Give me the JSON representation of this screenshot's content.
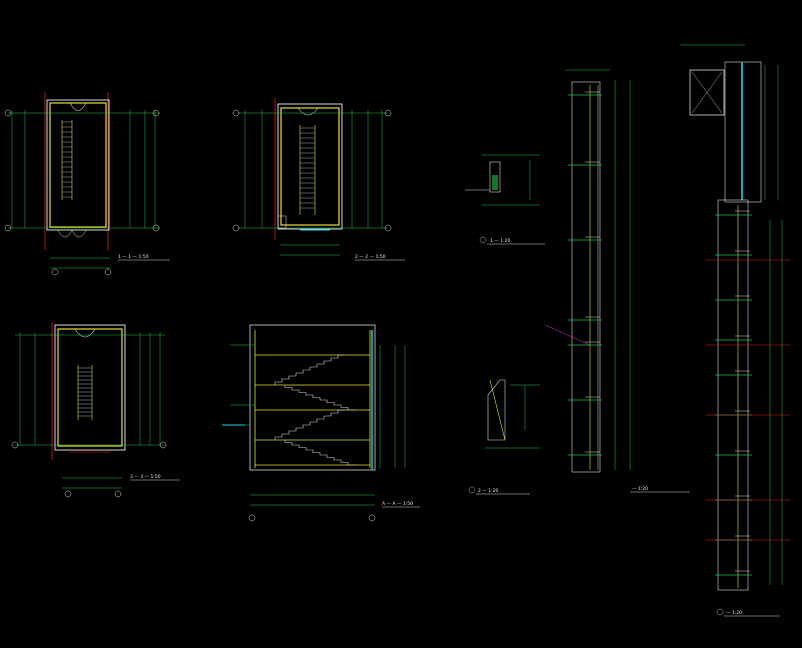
{
  "colors": {
    "background": "#000000",
    "dimension": "#22c24a",
    "wall": "#e8e030",
    "outline": "#d9d9d9",
    "axis": "#e02020",
    "glass": "#18d8e8",
    "leader": "#d040d0"
  },
  "drawing_titles": [
    {
      "id": "plan-1",
      "text": "1 — 1 — 1:50"
    },
    {
      "id": "plan-2",
      "text": "2 — 2 — 1:50"
    },
    {
      "id": "plan-3",
      "text": "3 — 3 — 1:50"
    },
    {
      "id": "section-a",
      "text": "A — A — 1:50"
    },
    {
      "id": "detail-1",
      "text": "1 — 1:20"
    },
    {
      "id": "detail-2",
      "text": "2 — 1:20"
    },
    {
      "id": "wall-section-1",
      "text": "— 1:20"
    },
    {
      "id": "wall-section-2",
      "text": "— 1:20"
    }
  ]
}
